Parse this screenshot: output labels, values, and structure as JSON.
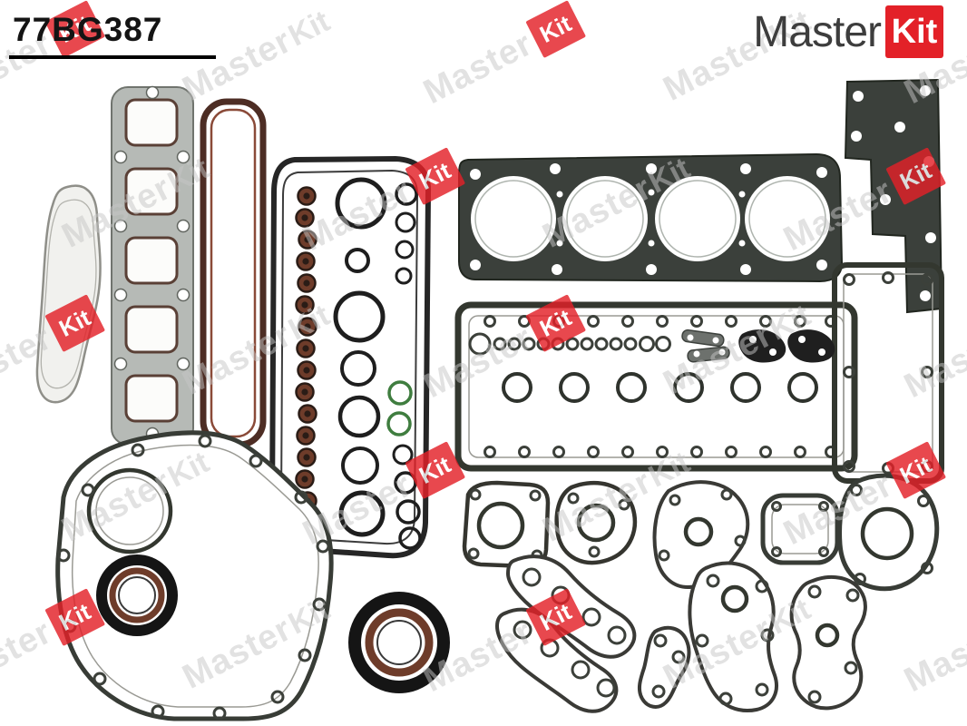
{
  "header": {
    "part_number": "77BG387",
    "logo": {
      "master": "Master",
      "kit": "Kit"
    }
  },
  "watermark": {
    "master": "Master",
    "kit": "Kit"
  },
  "colors": {
    "brand_red": "#e32128",
    "watermark_gray": "#c6c6c6",
    "text_dark": "#141414",
    "logo_text": "#3d3d3d",
    "gasket_dark": "#3b403b",
    "gasket_outline": "#33372f",
    "metal_gray": "#b6bab6",
    "seal_brown": "#6e3c2a",
    "oring_green": "#3f7d3f"
  },
  "product": {
    "parts": [
      "intake-exhaust-manifold-gasket",
      "valve-cover-gasket",
      "front-cover-gasket-with-valve-stem-seals-and-o-rings",
      "cylinder-head-gasket",
      "rear-plate-gasket",
      "block-ladder-frame-gasket",
      "side-cover-gasket",
      "timing-cover-gasket",
      "camshaft-oil-seal",
      "crankshaft-oil-seal",
      "seal-housing-gasket",
      "thermostat-gasket",
      "water-pump-gasket",
      "oval-flange-gasket",
      "turbo-flange-gasket",
      "oil-cooler-gaskets",
      "small-flange-gaskets"
    ]
  }
}
